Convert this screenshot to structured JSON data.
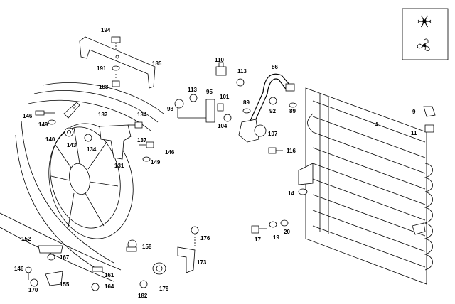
{
  "callouts": {
    "c194": "194",
    "c185": "185",
    "c191": "191",
    "c188": "188",
    "c110": "110",
    "c113a": "113",
    "c86": "86",
    "c113b": "113",
    "c95": "95",
    "c101": "101",
    "c98": "98",
    "c89a": "89",
    "c92": "92",
    "c89b": "89",
    "c104": "104",
    "c107": "107",
    "c116": "116",
    "c4": "4",
    "c9": "9",
    "c11": "11",
    "c14": "14",
    "c146a": "146",
    "c149a": "149",
    "c137a": "137",
    "c134a": "134",
    "c140": "140",
    "c143": "143",
    "c134b": "134",
    "c137b": "137",
    "c146b": "146",
    "c149b": "149",
    "c131": "131",
    "c17": "17",
    "c19": "19",
    "c20": "20",
    "c176": "176",
    "c158": "158",
    "c173": "173",
    "c152": "152",
    "c167": "167",
    "c146c": "146",
    "c155": "155",
    "c170": "170",
    "c161": "161",
    "c164": "164",
    "c182": "182",
    "c179": "179"
  },
  "legend": {
    "icons": [
      "snowflake-icon",
      "fan-icon"
    ]
  }
}
